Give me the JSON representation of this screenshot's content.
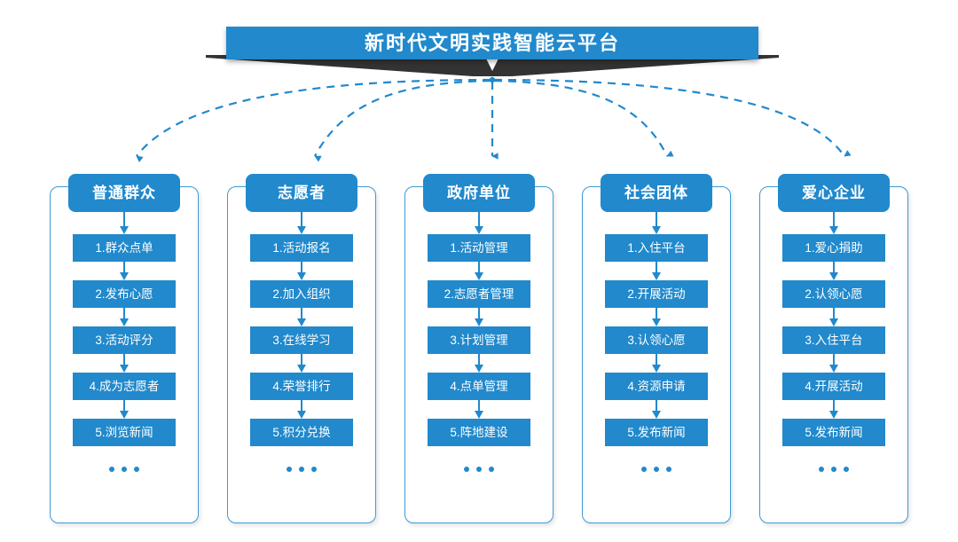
{
  "banner": {
    "title": "新时代文明实践智能云平台",
    "accent_color": "#2189cc",
    "tail_color": "#333333"
  },
  "diagram": {
    "ellipsis_label": "...",
    "columns": [
      {
        "header": "普通群众",
        "items": [
          "1.群众点单",
          "2.发布心愿",
          "3.活动评分",
          "4.成为志愿者",
          "5.浏览新闻"
        ]
      },
      {
        "header": "志愿者",
        "items": [
          "1.活动报名",
          "2.加入组织",
          "3.在线学习",
          "4.荣誉排行",
          "5.积分兑换"
        ]
      },
      {
        "header": "政府单位",
        "items": [
          "1.活动管理",
          "2.志愿者管理",
          "3.计划管理",
          "4.点单管理",
          "5.阵地建设"
        ]
      },
      {
        "header": "社会团体",
        "items": [
          "1.入住平台",
          "2.开展活动",
          "3.认领心愿",
          "4.资源申请",
          "5.发布新闻"
        ]
      },
      {
        "header": "爱心企业",
        "items": [
          "1.爱心捐助",
          "2.认领心愿",
          "3.入住平台",
          "4.开展活动",
          "5.发布新闻"
        ]
      }
    ]
  }
}
